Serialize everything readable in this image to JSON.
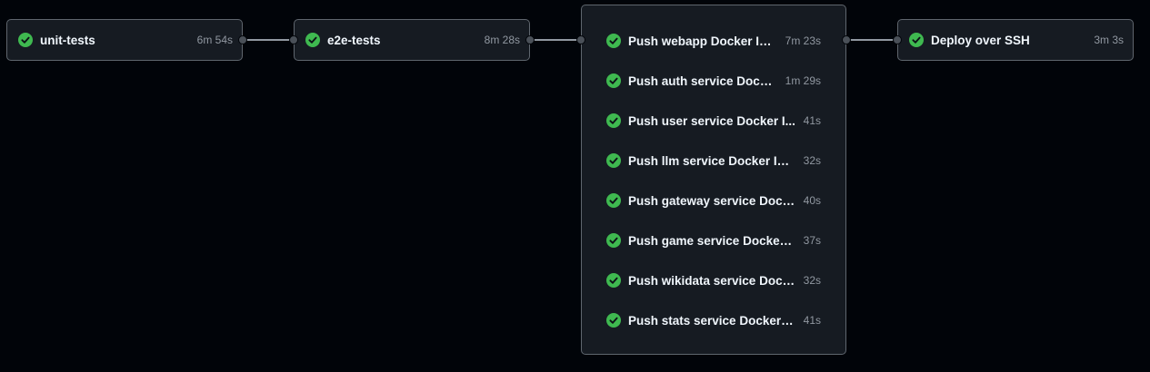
{
  "colors": {
    "background": "#010409",
    "card": "#161b22",
    "card_border": "#5f666e",
    "success": "#3fb950",
    "text_primary": "#f0f6fc",
    "text_secondary": "#9198a1",
    "connector": "#9198a1",
    "port": "#4a5058"
  },
  "status_icon": "check-circle-icon",
  "jobs": {
    "unit_tests": {
      "name": "unit-tests",
      "duration": "6m 54s",
      "status": "success"
    },
    "e2e_tests": {
      "name": "e2e-tests",
      "duration": "8m 28s",
      "status": "success"
    },
    "push_group": [
      {
        "name": "Push webapp Docker Im...",
        "duration": "7m 23s",
        "status": "success"
      },
      {
        "name": "Push auth service Docke...",
        "duration": "1m 29s",
        "status": "success"
      },
      {
        "name": "Push user service Docker I...",
        "duration": "41s",
        "status": "success"
      },
      {
        "name": "Push llm service Docker Im...",
        "duration": "32s",
        "status": "success"
      },
      {
        "name": "Push gateway service Dock...",
        "duration": "40s",
        "status": "success"
      },
      {
        "name": "Push game service Docker I...",
        "duration": "37s",
        "status": "success"
      },
      {
        "name": "Push wikidata service Dock...",
        "duration": "32s",
        "status": "success"
      },
      {
        "name": "Push stats service Docker I...",
        "duration": "41s",
        "status": "success"
      }
    ],
    "deploy": {
      "name": "Deploy over SSH",
      "duration": "3m 3s",
      "status": "success"
    }
  }
}
